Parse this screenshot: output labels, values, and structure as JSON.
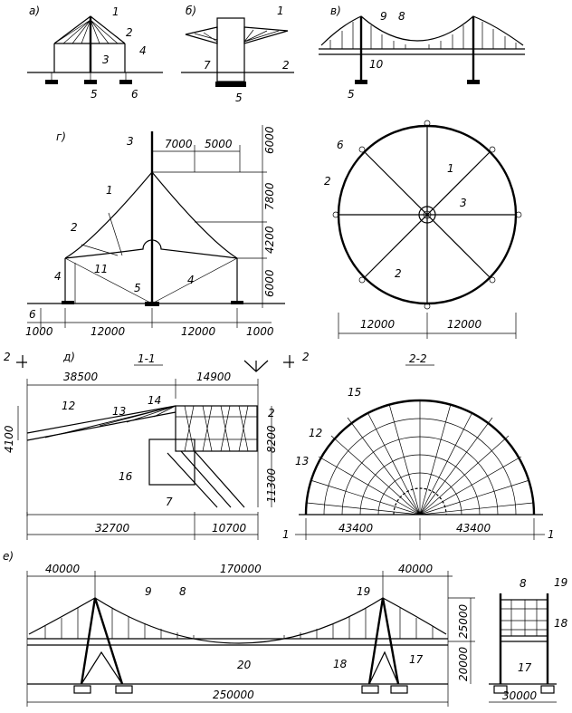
{
  "panels": {
    "a": "а)",
    "b": "б)",
    "v": "в)",
    "g": "г)",
    "d": "д)",
    "e": "е)"
  },
  "sections": {
    "s11": "1-1",
    "s22": "2-2",
    "arrow2": "2",
    "arrow1": "1"
  },
  "panel_a": {
    "labels": [
      "1",
      "2",
      "3",
      "4",
      "5",
      "6"
    ]
  },
  "panel_b": {
    "labels": [
      "1",
      "2",
      "7",
      "5"
    ]
  },
  "panel_v": {
    "labels": [
      "9",
      "8",
      "10",
      "5"
    ]
  },
  "panel_g": {
    "labels": [
      "3",
      "1",
      "2",
      "4",
      "11",
      "5",
      "4",
      "6"
    ],
    "dims_top": [
      "7000",
      "5000"
    ],
    "dims_right": [
      "6000",
      "7800",
      "4200",
      "6000"
    ],
    "dims_bottom": [
      "1000",
      "12000",
      "12000",
      "1000"
    ]
  },
  "plan_circle": {
    "labels": [
      "6",
      "2",
      "1",
      "3",
      "2"
    ],
    "dims_bottom": [
      "12000",
      "12000"
    ]
  },
  "panel_d": {
    "labels": [
      "12",
      "13",
      "14",
      "2",
      "16",
      "7"
    ],
    "dims_top": [
      "38500",
      "14900"
    ],
    "dims_side": [
      "4100",
      "8200",
      "11300"
    ],
    "dims_bottom": [
      "32700",
      "10700"
    ]
  },
  "section_22": {
    "labels": [
      "15",
      "12",
      "13"
    ],
    "dims_bottom": [
      "43400",
      "43400"
    ]
  },
  "panel_e": {
    "labels": [
      "9",
      "8",
      "19",
      "20",
      "18",
      "17"
    ],
    "dims_top": [
      "40000",
      "170000",
      "40000"
    ],
    "dims_right": [
      "25000",
      "20000"
    ],
    "dims_bottom": [
      "250000"
    ]
  },
  "panel_e_side": {
    "labels": [
      "8",
      "19",
      "18",
      "17"
    ],
    "dims_bottom": [
      "30000"
    ]
  }
}
